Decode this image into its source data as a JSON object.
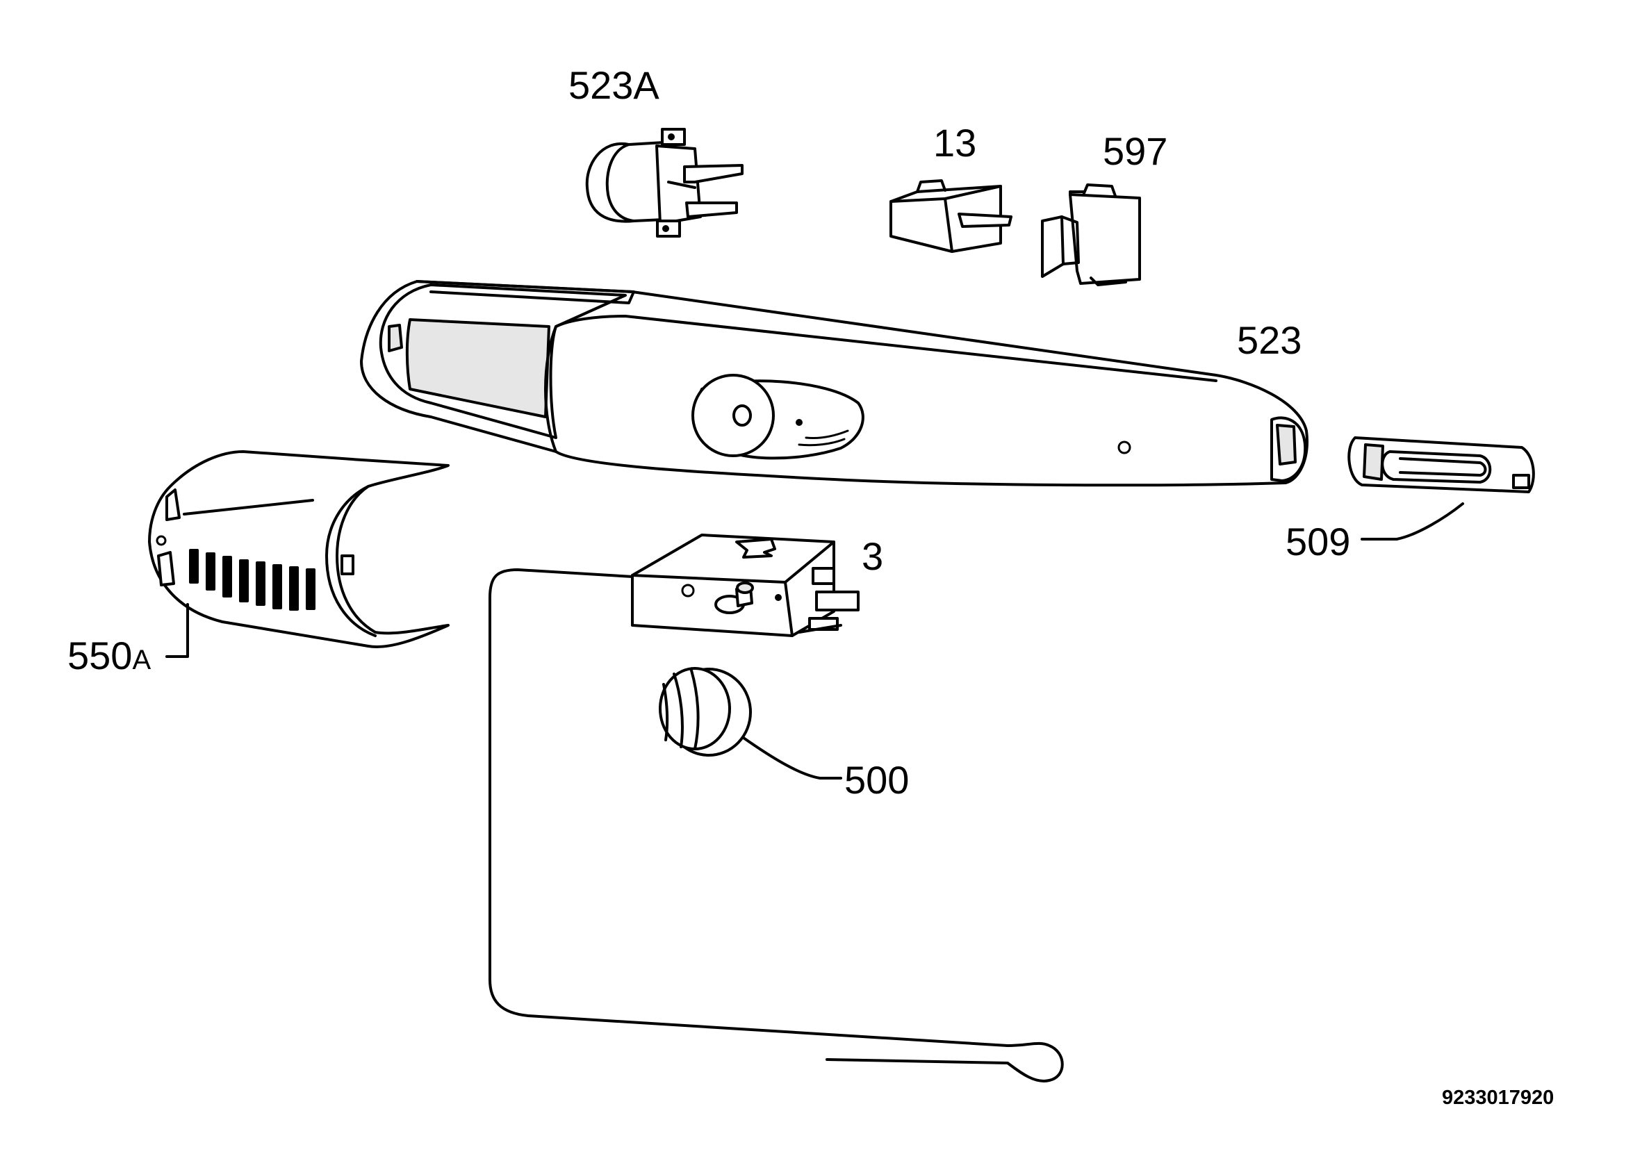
{
  "labels": {
    "part_523A": "523A",
    "part_13": "13",
    "part_597": "597",
    "part_523": "523",
    "part_509": "509",
    "part_3": "3",
    "part_550A_num": "550",
    "part_550A_suffix": "A",
    "part_500": "500"
  },
  "drawing_number": "9233017920"
}
